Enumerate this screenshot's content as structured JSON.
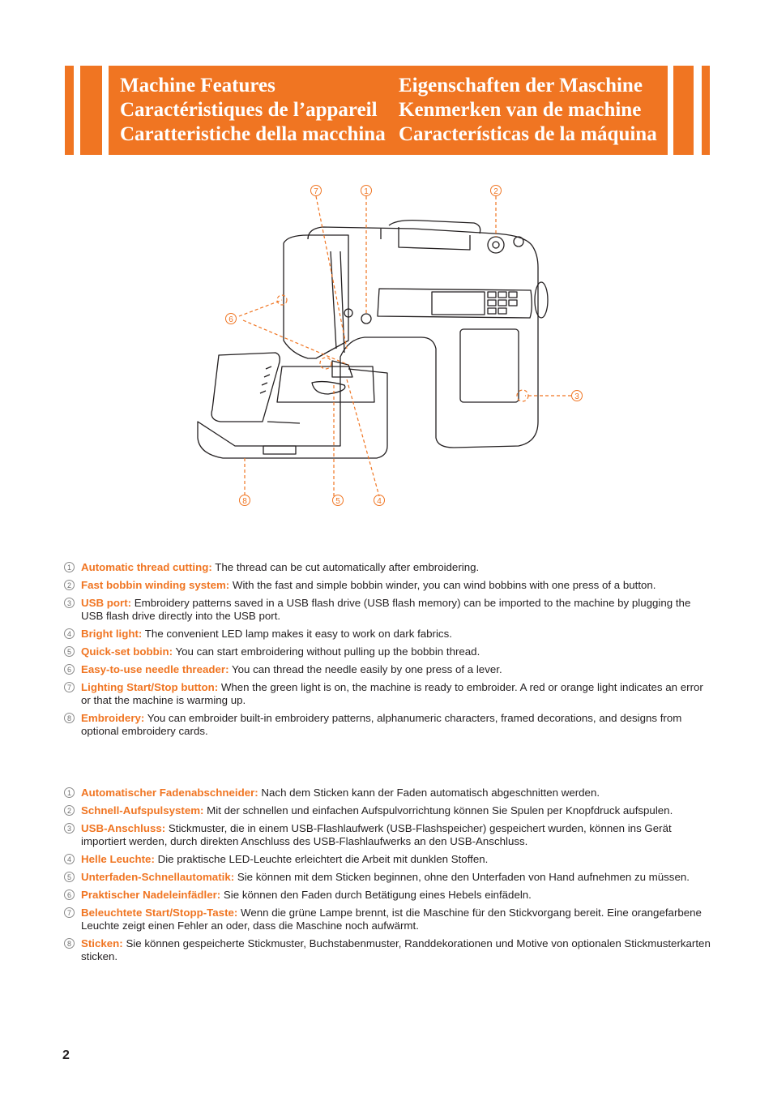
{
  "header": {
    "left_titles": [
      "Machine Features",
      "Caractéristiques de l’appareil",
      "Caratteristiche della macchina"
    ],
    "right_titles": [
      "Eigenschaften der Maschine",
      "Kenmerken van de machine",
      "Características de la máquina"
    ]
  },
  "diagram": {
    "callouts": [
      "1",
      "2",
      "3",
      "4",
      "5",
      "6",
      "7",
      "8"
    ]
  },
  "features_en": [
    {
      "num": "1",
      "term": "Automatic thread cutting:",
      "desc": "The thread can be cut automatically after embroidering."
    },
    {
      "num": "2",
      "term": "Fast bobbin winding system:",
      "desc": "With the fast and simple bobbin winder, you can wind bobbins with one press of a button."
    },
    {
      "num": "3",
      "term": "USB port:",
      "desc": "Embroidery patterns saved in a USB flash drive (USB flash memory) can be imported to the machine by plugging the USB flash drive directly into the USB port."
    },
    {
      "num": "4",
      "term": "Bright light:",
      "desc": "The convenient LED lamp makes it easy to work on dark fabrics."
    },
    {
      "num": "5",
      "term": "Quick-set bobbin:",
      "desc": "You can start embroidering without pulling up the bobbin thread."
    },
    {
      "num": "6",
      "term": "Easy-to-use needle threader:",
      "desc": "You can thread the needle easily by one press of a lever."
    },
    {
      "num": "7",
      "term": "Lighting Start/Stop button:",
      "desc": "When the green light is on, the machine is ready to embroider. A red or orange light indicates an error or that the machine is warming up."
    },
    {
      "num": "8",
      "term": "Embroidery:",
      "desc": "You can embroider built-in embroidery patterns, alphanumeric characters, framed decorations, and designs from optional embroidery cards."
    }
  ],
  "features_de": [
    {
      "num": "1",
      "term": "Automatischer Fadenabschneider:",
      "desc": "Nach dem Sticken kann der Faden automatisch abgeschnitten werden."
    },
    {
      "num": "2",
      "term": "Schnell-Aufspulsystem:",
      "desc": "Mit der schnellen und einfachen Aufspulvorrichtung können Sie Spulen per Knopfdruck aufspulen."
    },
    {
      "num": "3",
      "term": "USB-Anschluss:",
      "desc": "Stickmuster, die in einem USB-Flashlaufwerk (USB-Flashspeicher) gespeichert wurden, können ins Gerät importiert werden, durch direkten Anschluss des USB-Flashlaufwerks an den USB-Anschluss."
    },
    {
      "num": "4",
      "term": "Helle Leuchte:",
      "desc": "Die praktische LED-Leuchte erleichtert die Arbeit mit dunklen Stoffen."
    },
    {
      "num": "5",
      "term": "Unterfaden-Schnellautomatik:",
      "desc": "Sie können mit dem Sticken beginnen, ohne den Unterfaden von Hand aufnehmen zu müssen."
    },
    {
      "num": "6",
      "term": "Praktischer Nadeleinfädler:",
      "desc": "Sie können den Faden durch Betätigung eines Hebels einfädeln."
    },
    {
      "num": "7",
      "term": "Beleuchtete Start/Stopp-Taste:",
      "desc": "Wenn die grüne Lampe brennt, ist die Maschine für den Stickvorgang bereit. Eine orangefarbene Leuchte zeigt einen Fehler an oder, dass die Maschine noch aufwärmt."
    },
    {
      "num": "8",
      "term": "Sticken:",
      "desc": "Sie können gespeicherte Stickmuster, Buchstabenmuster, Randdekorationen und Motive von optionalen Stickmusterkarten sticken."
    }
  ],
  "page_number": "2"
}
